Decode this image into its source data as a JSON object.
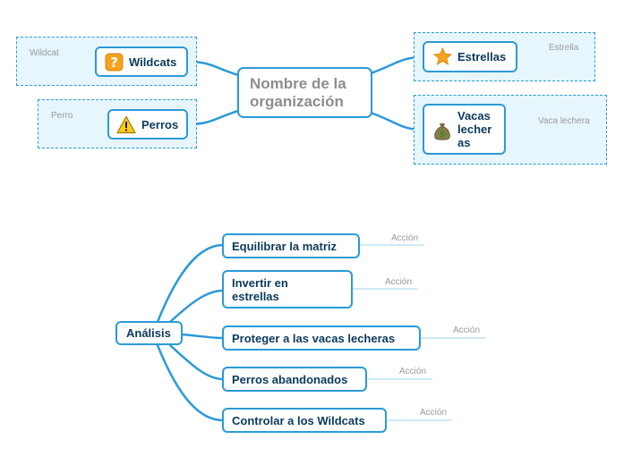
{
  "map": {
    "central": {
      "label": "Nombre de la organización"
    },
    "branches": [
      {
        "label": "Wildcats",
        "icon": "question-mark-icon",
        "note": "Wildcat"
      },
      {
        "label": "Perros",
        "icon": "warning-icon",
        "note": "Perro"
      },
      {
        "label": "Estrellas",
        "icon": "star-icon",
        "note": "Estrella"
      },
      {
        "label": "Vacas lecheras",
        "label_lines": [
          "Vacas",
          "lecher",
          "as"
        ],
        "icon": "money-bag-icon",
        "note": "Vaca lechera"
      }
    ]
  },
  "analysis": {
    "root": {
      "label": "Análisis"
    },
    "children": [
      {
        "label": "Equilibrar la matriz",
        "note": "Acción"
      },
      {
        "label": "Invertir en estrellas",
        "label_lines": [
          "Invertir en",
          "estrellas"
        ],
        "note": "Acción"
      },
      {
        "label": "Proteger a las vacas lecheras",
        "note": "Acción"
      },
      {
        "label": "Perros abandonados",
        "note": "Acción"
      },
      {
        "label": "Controlar a los Wildcats",
        "note": "Acción"
      }
    ]
  },
  "colors": {
    "line": "#2b9ad8",
    "group_fill": "#e6f6fc",
    "node_text": "#0b3a5c",
    "central_text": "#8d8d8d",
    "note_text": "#9a9a9a"
  }
}
